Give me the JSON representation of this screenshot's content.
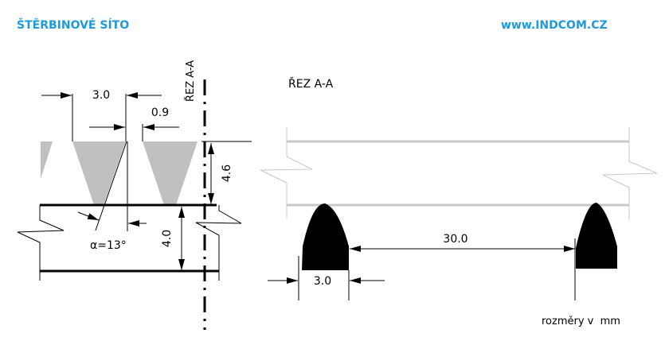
{
  "header": {
    "title": "ŠTĚRBINOVÉ SÍTO",
    "website": "www.INDCOM.CZ"
  },
  "colors": {
    "accent": "#1f9ad8",
    "profile_gray": "#c0c0c0",
    "section_gray": "#c8c8c8"
  },
  "left_view": {
    "pitch": "3.0",
    "gap": "0.9",
    "bar_height": "4.6",
    "support_height": "4.0",
    "angle": "α=13°",
    "section_label": "ŘEZ A-A"
  },
  "right_view": {
    "title": "ŘEZ A-A",
    "support_spacing": "30.0",
    "support_width": "3.0"
  },
  "units_note": "rozměry v  mm"
}
